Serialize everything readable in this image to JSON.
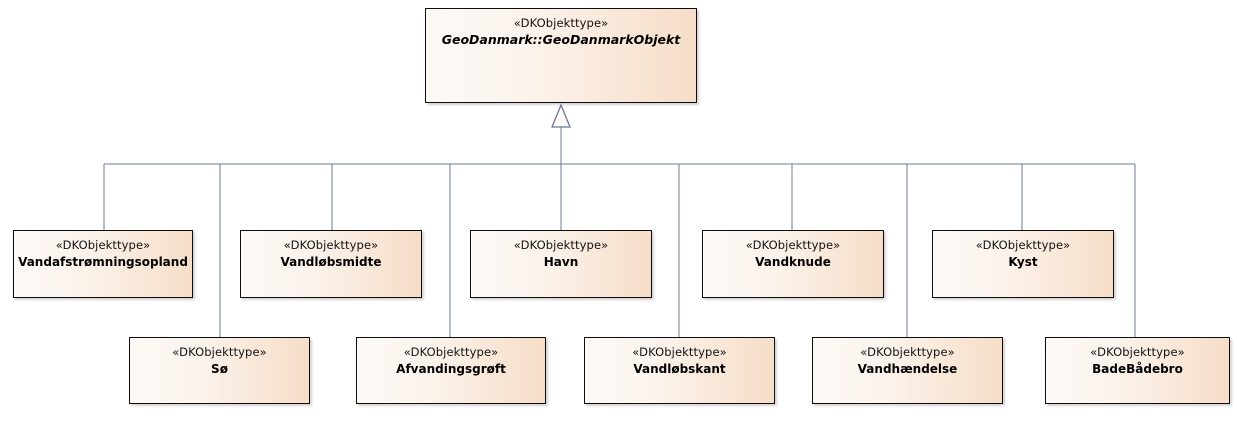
{
  "diagram": {
    "type": "uml-class-diagram",
    "notation": "generalization",
    "stereotype": "«DKObjekttype»",
    "colors": {
      "box_fill_light": "#fdfaf7",
      "box_fill_dark": "#f6ddc8",
      "box_border": "#0d0d0d",
      "connector": "#6b7a95",
      "text": "#000000"
    },
    "root": {
      "stereotype": "«DKObjekttype»",
      "name": "GeoDanmark::GeoDanmarkObjekt",
      "abstract": true
    },
    "subclasses_row1": [
      {
        "stereotype": "«DKObjekttype»",
        "name": "Vandafstrømningsopland"
      },
      {
        "stereotype": "«DKObjekttype»",
        "name": "Vandløbsmidte"
      },
      {
        "stereotype": "«DKObjekttype»",
        "name": "Havn"
      },
      {
        "stereotype": "«DKObjekttype»",
        "name": "Vandknude"
      },
      {
        "stereotype": "«DKObjekttype»",
        "name": "Kyst"
      }
    ],
    "subclasses_row2": [
      {
        "stereotype": "«DKObjekttype»",
        "name": "Sø"
      },
      {
        "stereotype": "«DKObjekttype»",
        "name": "Afvandingsgrøft"
      },
      {
        "stereotype": "«DKObjekttype»",
        "name": "Vandløbskant"
      },
      {
        "stereotype": "«DKObjekttype»",
        "name": "Vandhændelse"
      },
      {
        "stereotype": "«DKObjekttype»",
        "name": "BadeBådebro"
      }
    ]
  }
}
